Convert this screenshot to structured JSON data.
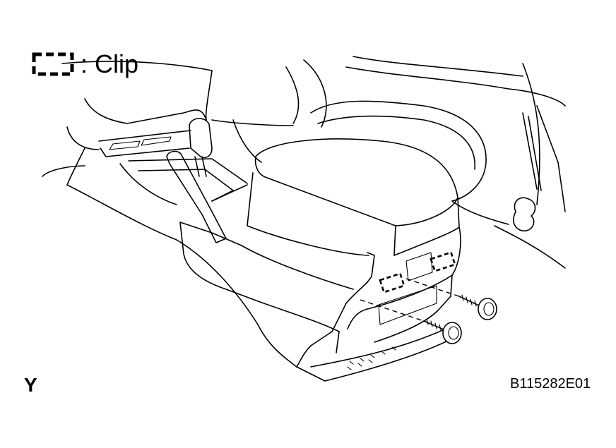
{
  "legend": {
    "symbol_icon": "dashed-rectangle-clip-symbol",
    "label": ": Clip"
  },
  "view_label": "Y",
  "figure_code": "B115282E01"
}
